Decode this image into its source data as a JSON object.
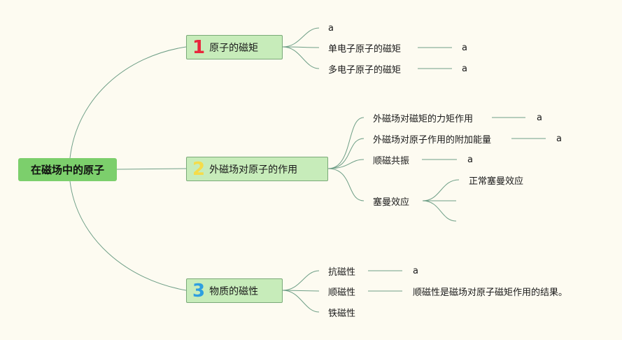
{
  "root": {
    "label": "在磁场中的原子"
  },
  "branches": [
    {
      "number": "1",
      "number_color": "#e8283c",
      "label": "原子的磁矩",
      "children": [
        {
          "label": "a"
        },
        {
          "label": "单电子原子的磁矩",
          "note": "a"
        },
        {
          "label": "多电子原子的磁矩",
          "note": "a"
        }
      ]
    },
    {
      "number": "2",
      "number_color": "#f5dc4a",
      "label": "外磁场对原子的作用",
      "children": [
        {
          "label": "外磁场对磁矩的力矩作用",
          "note": "a"
        },
        {
          "label": "外磁场对原子作用的附加能量",
          "note": "a"
        },
        {
          "label": "顺磁共振",
          "note": "a"
        },
        {
          "label": "塞曼效应",
          "subitems": [
            "正常塞曼效应",
            "",
            ""
          ]
        }
      ]
    },
    {
      "number": "3",
      "number_color": "#2e9fe0",
      "label": "物质的磁性",
      "children": [
        {
          "label": "抗磁性",
          "note": "a"
        },
        {
          "label": "顺磁性",
          "note": "顺磁性是磁场对原子磁矩作用的结果。"
        },
        {
          "label": "铁磁性"
        }
      ]
    }
  ]
}
